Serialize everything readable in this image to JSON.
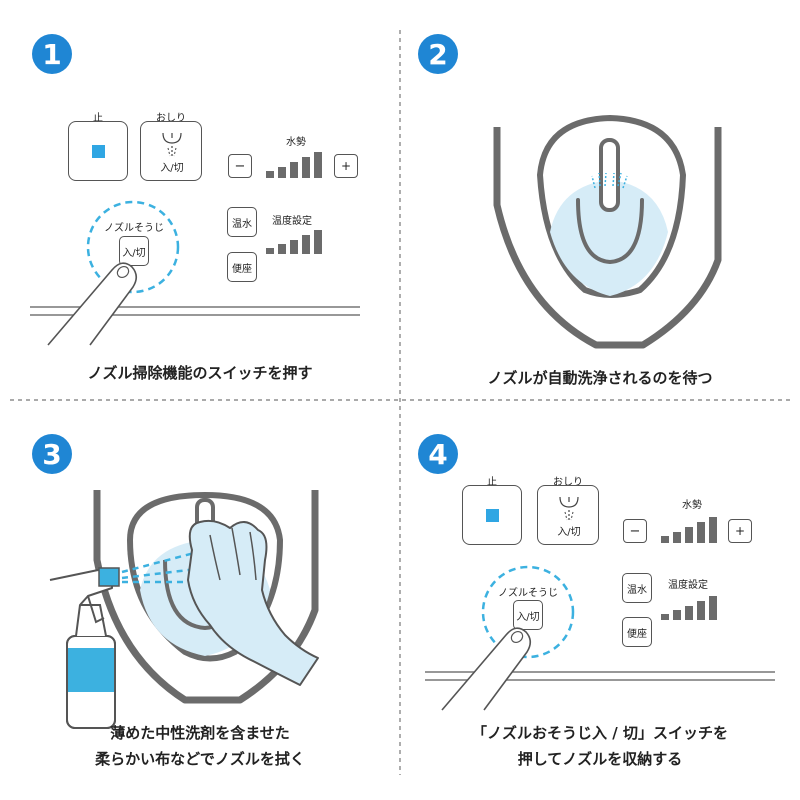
{
  "colors": {
    "accent": "#1f86d4",
    "light_blue": "#d6ecf7",
    "cyan": "#3cb1e0",
    "gray": "#6b6b6b"
  },
  "steps": [
    {
      "number": "1",
      "caption": [
        "ノズル掃除機能のスイッチを押す"
      ],
      "panel": {
        "stop_label": "止",
        "oshiri_label": "おしり",
        "onoff": "入/切",
        "water_label": "水勢",
        "minus": "−",
        "plus": "+",
        "nozzle_label": "ノズルそうじ",
        "nozzle_btn": "入/切",
        "warm_water": "温水",
        "temp_label": "温度設定",
        "toilet_seat": "便座"
      }
    },
    {
      "number": "2",
      "caption": [
        "ノズルが自動洗浄されるのを待つ"
      ]
    },
    {
      "number": "3",
      "caption": [
        "薄めた中性洗剤を含ませた",
        "柔らかい布などでノズルを拭く"
      ]
    },
    {
      "number": "4",
      "caption": [
        "「ノズルおそうじ入 / 切」スイッチを",
        "押してノズルを収納する"
      ],
      "panel": {
        "stop_label": "止",
        "oshiri_label": "おしり",
        "onoff": "入/切",
        "water_label": "水勢",
        "minus": "−",
        "plus": "+",
        "nozzle_label": "ノズルそうじ",
        "nozzle_btn": "入/切",
        "warm_water": "温水",
        "temp_label": "温度設定",
        "toilet_seat": "便座"
      }
    }
  ]
}
